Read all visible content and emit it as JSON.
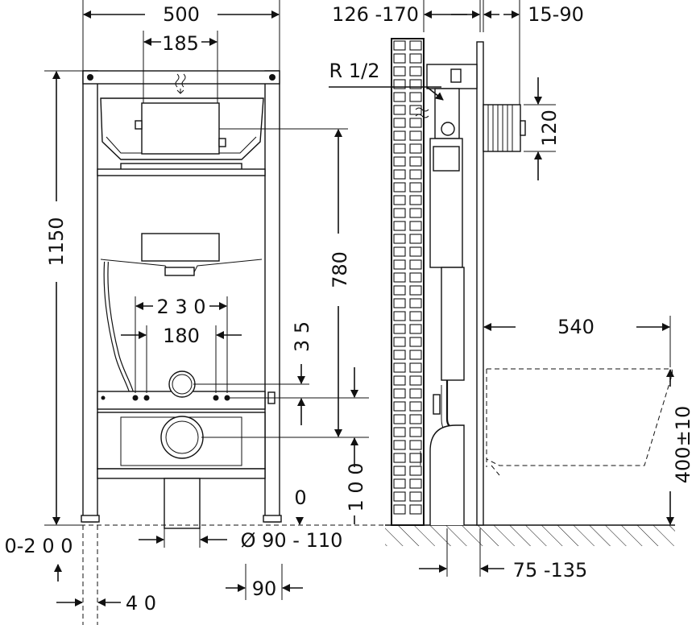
{
  "diagram": {
    "dimensions": {
      "frame_width": "500",
      "cistern_opening": "185",
      "frame_height": "1150",
      "top_to_drain": "780",
      "fixing_spacing_outer": "2 3 0",
      "fixing_spacing_inner": "180",
      "offset_35": "3 5",
      "drain_height": "1 0 0",
      "floor_zero": "0",
      "leg_adjust": "0-2 0 0",
      "leg_offset": "4 0",
      "drain_diameter": "Ø 90 - 110",
      "drain_width": "90",
      "wall_depth": "126 -170",
      "wall_adjust": "15-90",
      "water_connection": "R 1/2",
      "flush_box": "120",
      "bowl_projection": "540",
      "bowl_height": "400±10",
      "floor_depth": "75 -135"
    }
  }
}
